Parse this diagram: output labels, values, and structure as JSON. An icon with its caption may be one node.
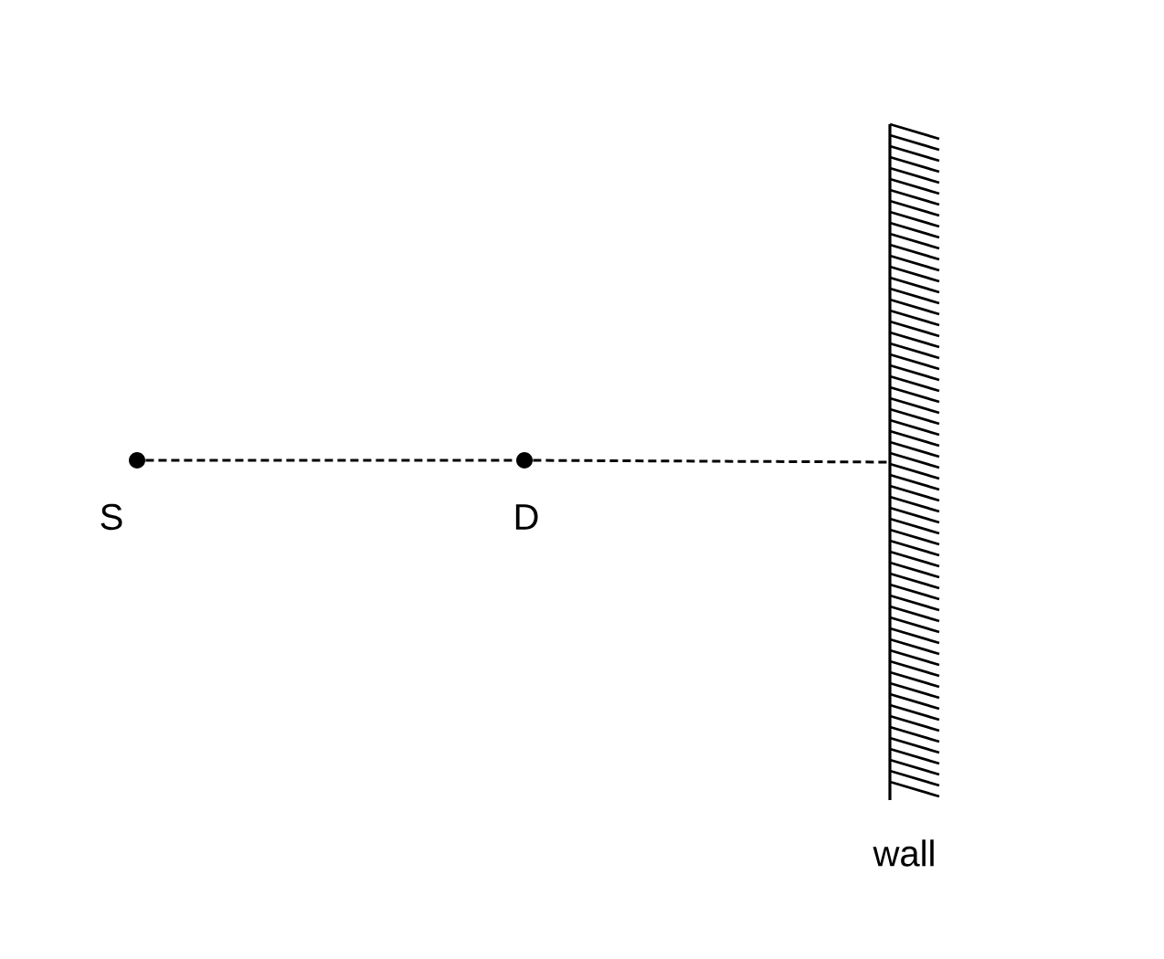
{
  "diagram": {
    "nodes": [
      {
        "text": [],
        "shape": "circle",
        "beside": [
          "S"
        ]
      },
      {
        "text": [],
        "shape": "circle",
        "beside": [
          "D"
        ]
      },
      {
        "text": [
          "wall"
        ]
      }
    ],
    "edges": [
      {
        "from": 0,
        "to": 1,
        "arrow": "none",
        "style": "dashed"
      },
      {
        "from": 1,
        "to": 2,
        "arrow": "none",
        "style": "dashed"
      }
    ]
  }
}
